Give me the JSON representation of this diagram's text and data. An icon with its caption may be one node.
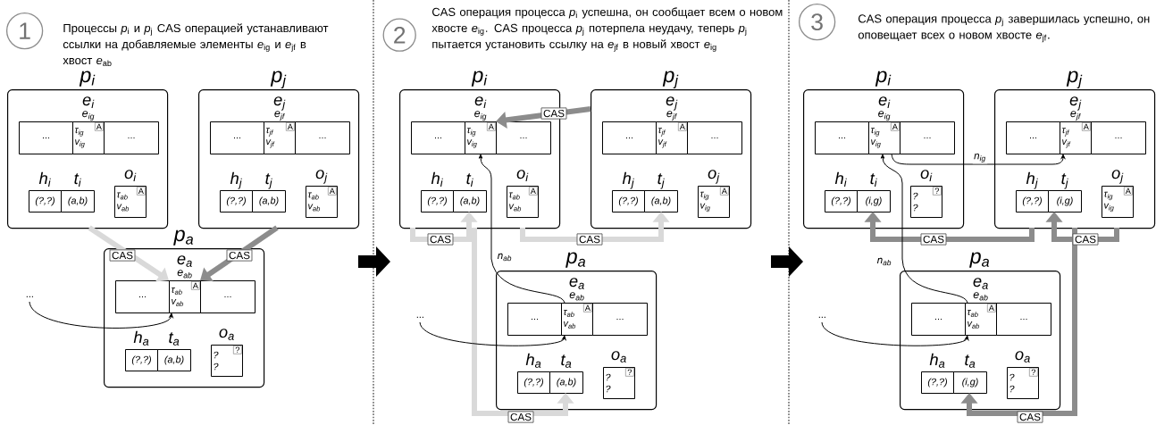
{
  "diagram": {
    "nodes": [
      {
        "text": [
          "1"
        ]
      },
      {
        "text": [
          "p$_{i}$"
        ]
      },
      {
        "text": [
          "..."
        ],
        "in": 1
      },
      {
        "text": [
          "τ$_{ig}$",
          "v$_{ig}$"
        ],
        "beside": [
          "e$_{i}$",
          "e$_{ig}$"
        ],
        "in": 1
      },
      {
        "text": [
          "A"
        ],
        "in": 3
      },
      {
        "text": [
          "..."
        ],
        "in": 1
      },
      {
        "text": [
          "(?,?)"
        ],
        "beside": [
          "h$_{i}$"
        ],
        "in": 1
      },
      {
        "text": [
          "(a,b)"
        ],
        "beside": [
          "t$_{i}$"
        ],
        "in": 1
      },
      {
        "text": [
          "τ$_{ab}$",
          "v$_{ab}$"
        ],
        "beside": [
          "o$_{i}$"
        ],
        "in": 1
      },
      {
        "text": [
          "A"
        ],
        "in": 8
      },
      {
        "text": [
          "p$_{j}$"
        ]
      },
      {
        "text": [
          "..."
        ],
        "in": 10
      },
      {
        "text": [
          "τ$_{jf}$",
          "v$_{jf}$"
        ],
        "beside": [
          "e$_{j}$",
          "e$_{jf}$"
        ],
        "in": 10
      },
      {
        "text": [
          "A"
        ],
        "in": 12
      },
      {
        "text": [
          "..."
        ],
        "in": 10
      },
      {
        "text": [
          "(?,?)"
        ],
        "beside": [
          "h$_{j}$"
        ],
        "in": 10
      },
      {
        "text": [
          "(a,b)"
        ],
        "beside": [
          "t$_{j}$"
        ],
        "in": 10
      },
      {
        "text": [
          "τ$_{ab}$",
          "v$_{ab}$"
        ],
        "beside": [
          "o$_{j}$"
        ],
        "in": 10
      },
      {
        "text": [
          "A"
        ],
        "in": 17
      },
      {
        "text": [
          "p$_{a}$"
        ]
      },
      {
        "text": [
          "..."
        ],
        "in": 19
      },
      {
        "text": [
          "τ$_{ab}$",
          "v$_{ab}$"
        ],
        "beside": [
          "e$_{a}$",
          "e$_{ab}$"
        ],
        "in": 19
      },
      {
        "text": [
          "A"
        ],
        "in": 21
      },
      {
        "text": [
          "..."
        ],
        "in": 19
      },
      {
        "text": [
          "(?,?)"
        ],
        "beside": [
          "h$_{a}$"
        ],
        "in": 19
      },
      {
        "text": [
          "(a,b)"
        ],
        "beside": [
          "t$_{a}$"
        ],
        "in": 19
      },
      {
        "text": [
          "?",
          "?"
        ],
        "beside": [
          "o$_{a}$"
        ],
        "in": 19
      },
      {
        "text": [
          "?"
        ],
        "in": 26
      },
      {
        "text": [
          "..."
        ]
      },
      {
        "text": [
          "2"
        ]
      },
      {
        "text": [
          "p$_{i}$"
        ]
      },
      {
        "text": [
          "..."
        ],
        "in": 30
      },
      {
        "text": [
          "τ$_{ig}$",
          "v$_{ig}$"
        ],
        "beside": [
          "e$_{i}$",
          "e$_{ig}$"
        ],
        "in": 30
      },
      {
        "text": [
          "A"
        ],
        "in": 32
      },
      {
        "text": [
          "..."
        ],
        "in": 30
      },
      {
        "text": [
          "(?,?)"
        ],
        "beside": [
          "h$_{i}$"
        ],
        "in": 30
      },
      {
        "text": [
          "(a,b)"
        ],
        "beside": [
          "t$_{i}$"
        ],
        "in": 30
      },
      {
        "text": [
          "τ$_{ab}$",
          "v$_{ab}$"
        ],
        "beside": [
          "o$_{i}$"
        ],
        "in": 30
      },
      {
        "text": [
          "A"
        ],
        "in": 37
      },
      {
        "text": [
          "p$_{j}$"
        ]
      },
      {
        "text": [
          "..."
        ],
        "in": 39
      },
      {
        "text": [
          "τ$_{jf}$",
          "v$_{jf}$"
        ],
        "beside": [
          "e$_{j}$",
          "e$_{jf}$"
        ],
        "in": 39
      },
      {
        "text": [
          "A"
        ],
        "in": 41
      },
      {
        "text": [
          "..."
        ],
        "in": 39
      },
      {
        "text": [
          "(?,?)"
        ],
        "beside": [
          "h$_{j}$"
        ],
        "in": 39
      },
      {
        "text": [
          "(a,b)"
        ],
        "beside": [
          "t$_{j}$"
        ],
        "in": 39
      },
      {
        "text": [
          "τ$_{ig}$",
          "v$_{ig}$"
        ],
        "beside": [
          "o$_{j}$"
        ],
        "in": 39
      },
      {
        "text": [
          "A"
        ],
        "in": 46
      },
      {
        "text": [
          "p$_{a}$"
        ]
      },
      {
        "text": [
          "..."
        ],
        "in": 48
      },
      {
        "text": [
          "τ$_{ab}$",
          "v$_{ab}$"
        ],
        "beside": [
          "e$_{a}$",
          "e$_{ab}$"
        ],
        "in": 48
      },
      {
        "text": [
          "A"
        ],
        "in": 50
      },
      {
        "text": [
          "..."
        ],
        "in": 48
      },
      {
        "text": [
          "(?,?)"
        ],
        "beside": [
          "h$_{a}$"
        ],
        "in": 48
      },
      {
        "text": [
          "(a,b)"
        ],
        "beside": [
          "t$_{a}$"
        ],
        "in": 48
      },
      {
        "text": [
          "?",
          "?"
        ],
        "beside": [
          "o$_{a}$"
        ],
        "in": 48
      },
      {
        "text": [
          "?"
        ],
        "in": 55
      },
      {
        "text": [
          "..."
        ]
      },
      {
        "text": [
          "3"
        ]
      },
      {
        "text": [
          "p$_{i}$"
        ]
      },
      {
        "text": [
          "..."
        ],
        "in": 59
      },
      {
        "text": [
          "τ$_{ig}$",
          "v$_{ig}$"
        ],
        "beside": [
          "e$_{i}$",
          "e$_{ig}$"
        ],
        "in": 59
      },
      {
        "text": [
          "A"
        ],
        "in": 61
      },
      {
        "text": [
          "..."
        ],
        "in": 59
      },
      {
        "text": [
          "(?,?)"
        ],
        "beside": [
          "h$_{i}$"
        ],
        "in": 59
      },
      {
        "text": [
          "(i,g)"
        ],
        "beside": [
          "t$_{i}$"
        ],
        "in": 59
      },
      {
        "text": [
          "?",
          "?"
        ],
        "beside": [
          "o$_{i}$"
        ],
        "in": 59
      },
      {
        "text": [
          "?"
        ],
        "in": 66
      },
      {
        "text": [
          "p$_{j}$"
        ]
      },
      {
        "text": [
          "..."
        ],
        "in": 68
      },
      {
        "text": [
          "τ$_{jf}$",
          "v$_{jf}$"
        ],
        "beside": [
          "e$_{j}$",
          "e$_{jf}$"
        ],
        "in": 68
      },
      {
        "text": [
          "A"
        ],
        "in": 70
      },
      {
        "text": [
          "..."
        ],
        "in": 68
      },
      {
        "text": [
          "(?,?)"
        ],
        "beside": [
          "h$_{j}$"
        ],
        "in": 68
      },
      {
        "text": [
          "(i,g)"
        ],
        "beside": [
          "t$_{j}$"
        ],
        "in": 68
      },
      {
        "text": [
          "τ$_{ig}$",
          "v$_{ig}$"
        ],
        "beside": [
          "o$_{j}$"
        ],
        "in": 68
      },
      {
        "text": [
          "A"
        ],
        "in": 75
      },
      {
        "text": [
          "p$_{a}$"
        ]
      },
      {
        "text": [
          "..."
        ],
        "in": 77
      },
      {
        "text": [
          "τ$_{ab}$",
          "v$_{ab}$"
        ],
        "beside": [
          "e$_{a}$",
          "e$_{ab}$"
        ],
        "in": 77
      },
      {
        "text": [
          "A"
        ],
        "in": 79
      },
      {
        "text": [
          "..."
        ],
        "in": 77
      },
      {
        "text": [
          "(?,?)"
        ],
        "beside": [
          "h$_{a}$"
        ],
        "in": 77
      },
      {
        "text": [
          "(i,g)"
        ],
        "beside": [
          "t$_{a}$"
        ],
        "in": 77
      },
      {
        "text": [
          "?",
          "?"
        ],
        "beside": [
          "o$_{a}$"
        ],
        "in": 77
      },
      {
        "text": [
          "?"
        ],
        "in": 84
      },
      {
        "text": [
          "..."
        ]
      }
    ],
    "edges": [
      {
        "from": 1,
        "to": 21,
        "arrow": "to",
        "label": "CAS",
        "color": "#d9d9d9"
      },
      {
        "from": 10,
        "to": 21,
        "arrow": "to",
        "label": "CAS",
        "color": "#8c8c8c"
      },
      {
        "from": 28,
        "to": 21,
        "arrow": "to"
      },
      {
        "from": 39,
        "to": 32,
        "arrow": "to",
        "label": "CAS",
        "color": "#8c8c8c"
      },
      {
        "from": 30,
        "to": 36,
        "arrow": "to",
        "label": "CAS",
        "color": "#d9d9d9"
      },
      {
        "from": 30,
        "to": 45,
        "arrow": "to",
        "label": "CAS",
        "color": "#d9d9d9"
      },
      {
        "from": 30,
        "to": 54,
        "arrow": "to",
        "label": "CAS",
        "color": "#d9d9d9"
      },
      {
        "from": 50,
        "to": 32,
        "arrow": "to",
        "label": "n$_{ab}$"
      },
      {
        "from": 57,
        "to": 50,
        "arrow": "to"
      },
      {
        "from": 68,
        "to": 65,
        "arrow": "to",
        "label": "CAS",
        "color": "#8c8c8c"
      },
      {
        "from": 68,
        "to": 74,
        "arrow": "to",
        "label": "CAS",
        "color": "#8c8c8c"
      },
      {
        "from": 68,
        "to": 83,
        "arrow": "to",
        "label": "CAS",
        "color": "#8c8c8c"
      },
      {
        "from": 79,
        "to": 61,
        "arrow": "to",
        "label": "n$_{ab}$"
      },
      {
        "from": 61,
        "to": 70,
        "arrow": "to",
        "label": "n$_{ig}$"
      },
      {
        "from": 86,
        "to": 79,
        "arrow": "to"
      }
    ],
    "labels": [
      "Процессы *p*$_{i}$ и *p*$_{j}$ CAS операцией устанавливают ссылки на добавляемые элементы *e*$_{ig}$ и *e*$_{jf}$ в хвост *e*$_{ab}$",
      "CAS операция процесса *p*$_{i}$ успешна, он сообщает всем о новом хвосте *e*$_{ig}$. CAS процесса *p*$_{j}$ потерпела неудачу, теперь *p*$_{j}$ пытается установить ссылку на *e*$_{jf}$ в новый хвост *e*$_{ig}$",
      "CAS операция процесса *p*$_{j}$ завершилась успешно, он оповещает всех о новом хвосте *e*$_{jf}$."
    ]
  }
}
